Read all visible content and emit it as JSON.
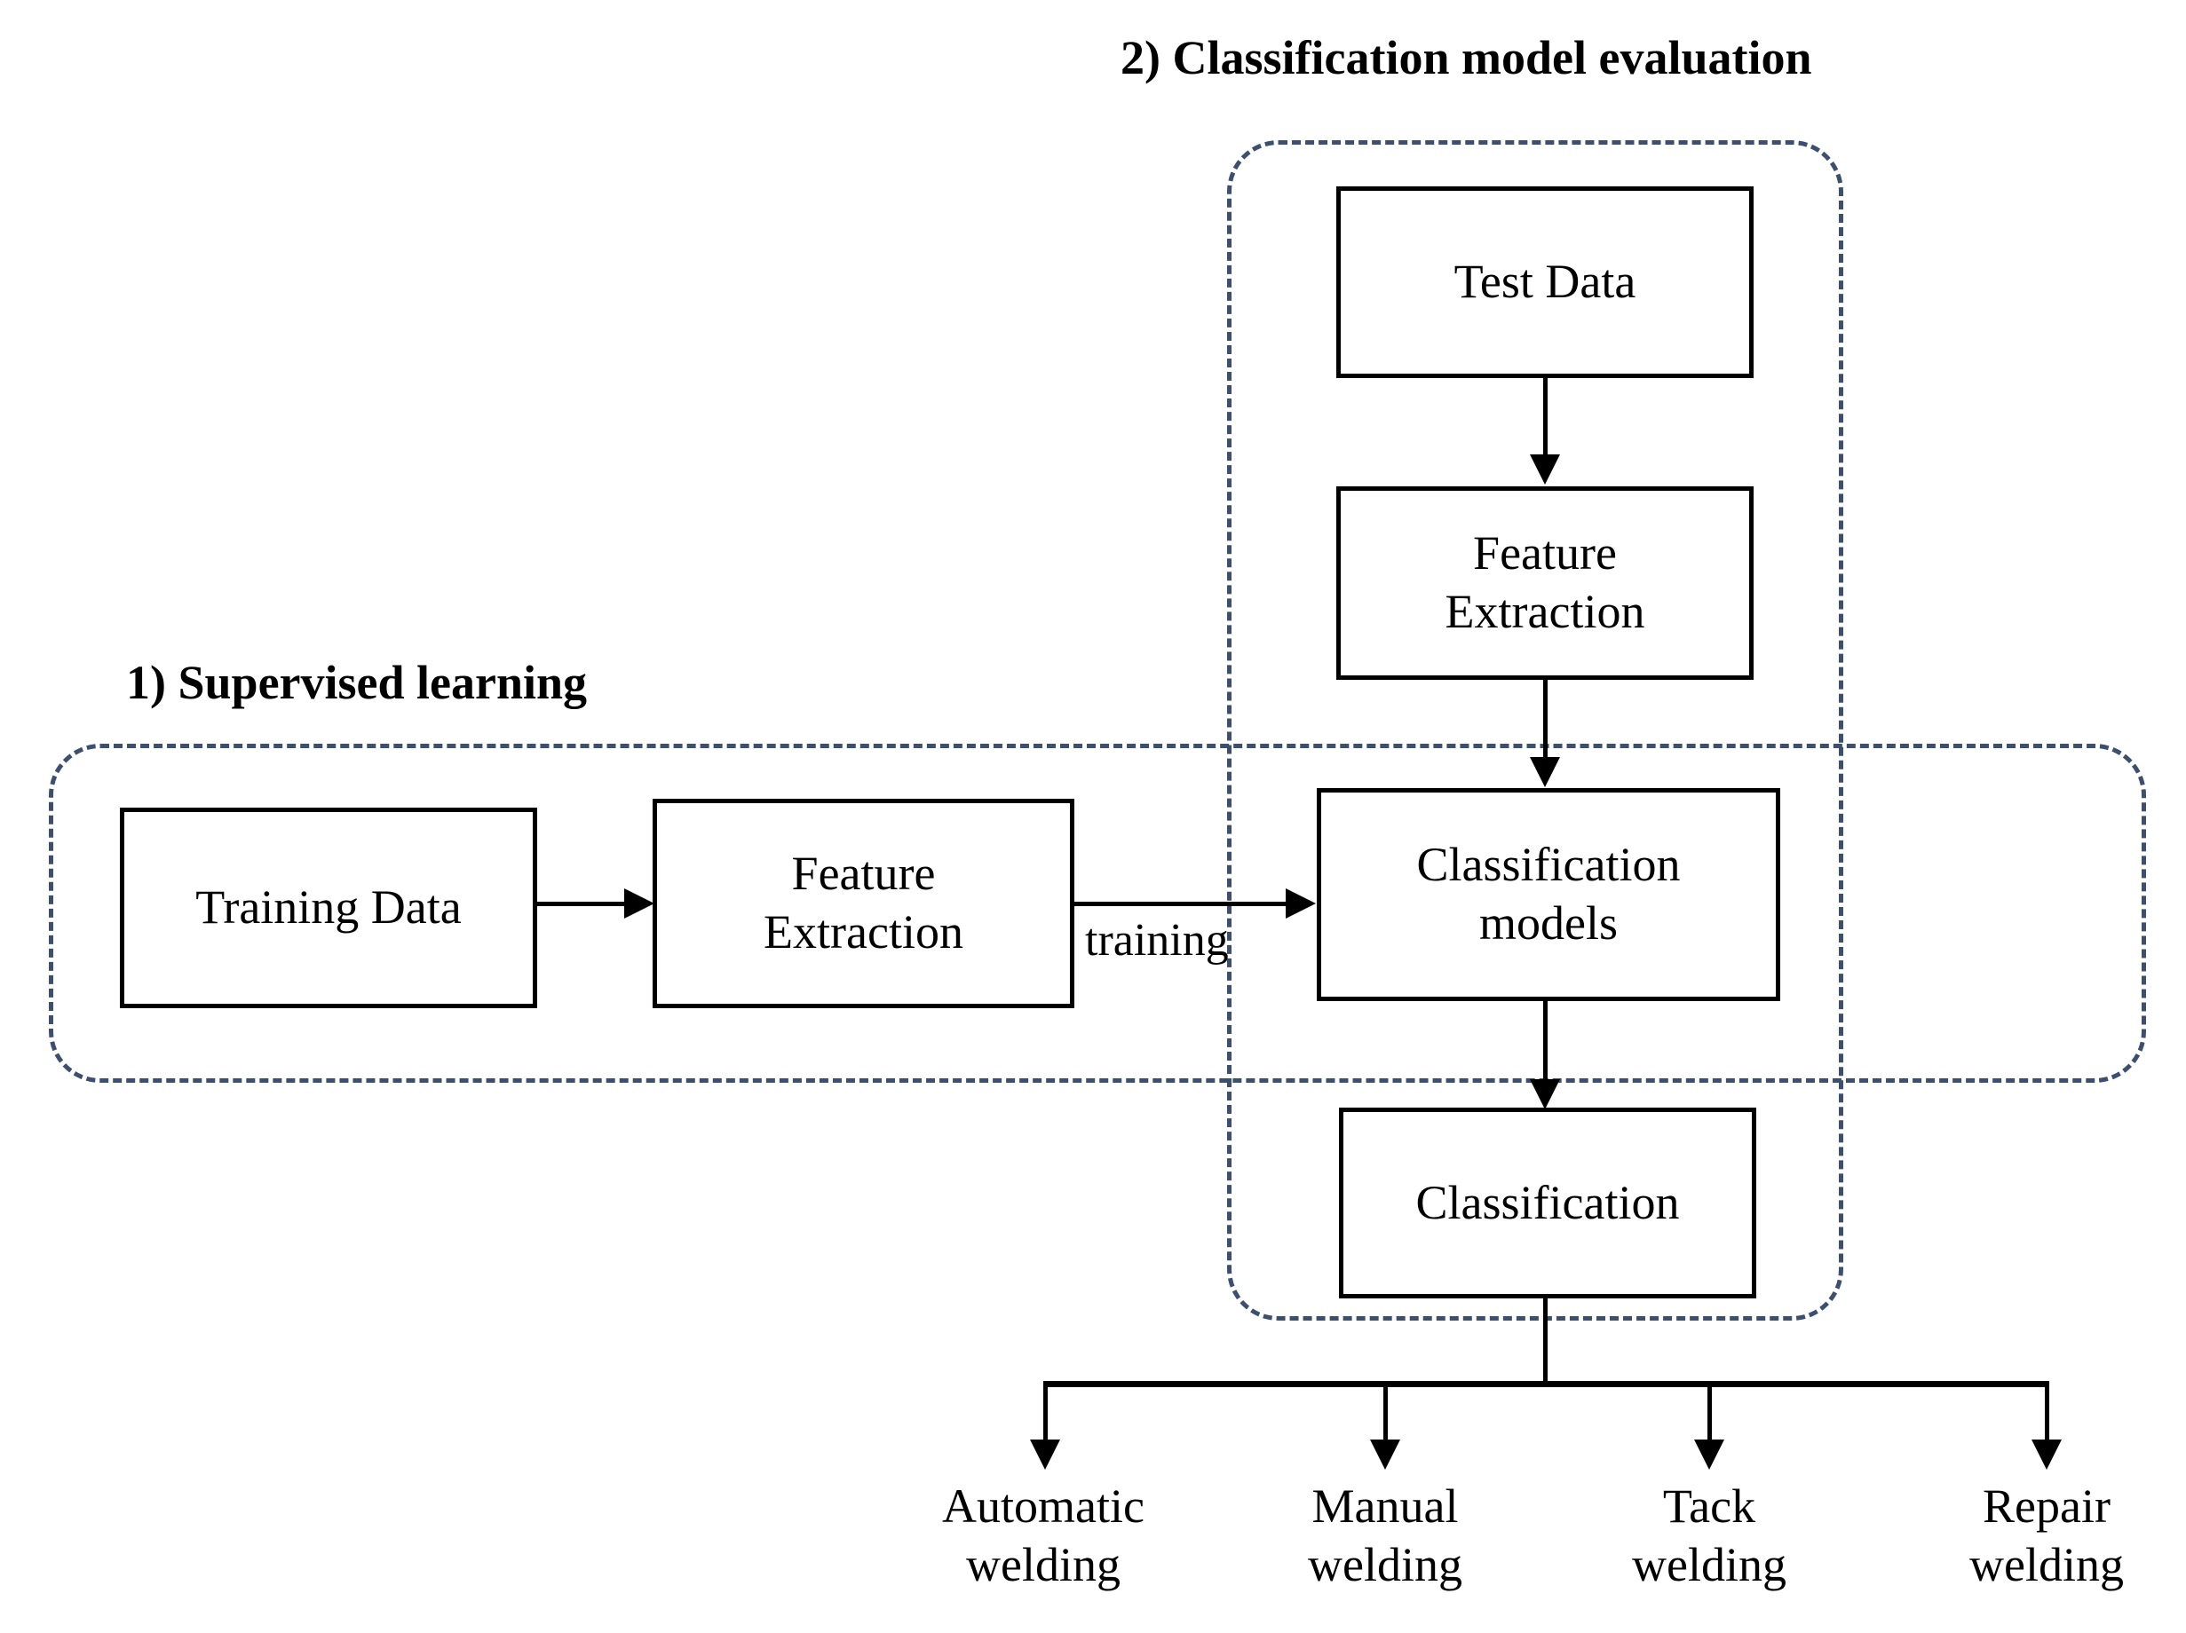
{
  "diagram": {
    "sections": {
      "supervised": {
        "title": "1) Supervised learning"
      },
      "evaluation": {
        "title": "2) Classification model evaluation"
      }
    },
    "nodes": {
      "test_data": "Test Data",
      "feature_extraction_test": "Feature\nExtraction",
      "feature_extraction_test_line1": "Feature",
      "feature_extraction_test_line2": "Extraction",
      "classification_models_line1": "Classification",
      "classification_models_line2": "models",
      "classification": "Classification",
      "training_data": "Training  Data",
      "feature_extraction_train_line1": "Feature",
      "feature_extraction_train_line2": "Extraction"
    },
    "edge_labels": {
      "training": "training"
    },
    "outputs": [
      {
        "line1": "Automatic",
        "line2": "welding"
      },
      {
        "line1": "Manual",
        "line2": "welding"
      },
      {
        "line1": "Tack",
        "line2": "welding"
      },
      {
        "line1": "Repair",
        "line2": "welding"
      }
    ],
    "colors": {
      "stroke": "#000000",
      "dashed_region": "#3d4f6e",
      "background": "#ffffff"
    }
  }
}
